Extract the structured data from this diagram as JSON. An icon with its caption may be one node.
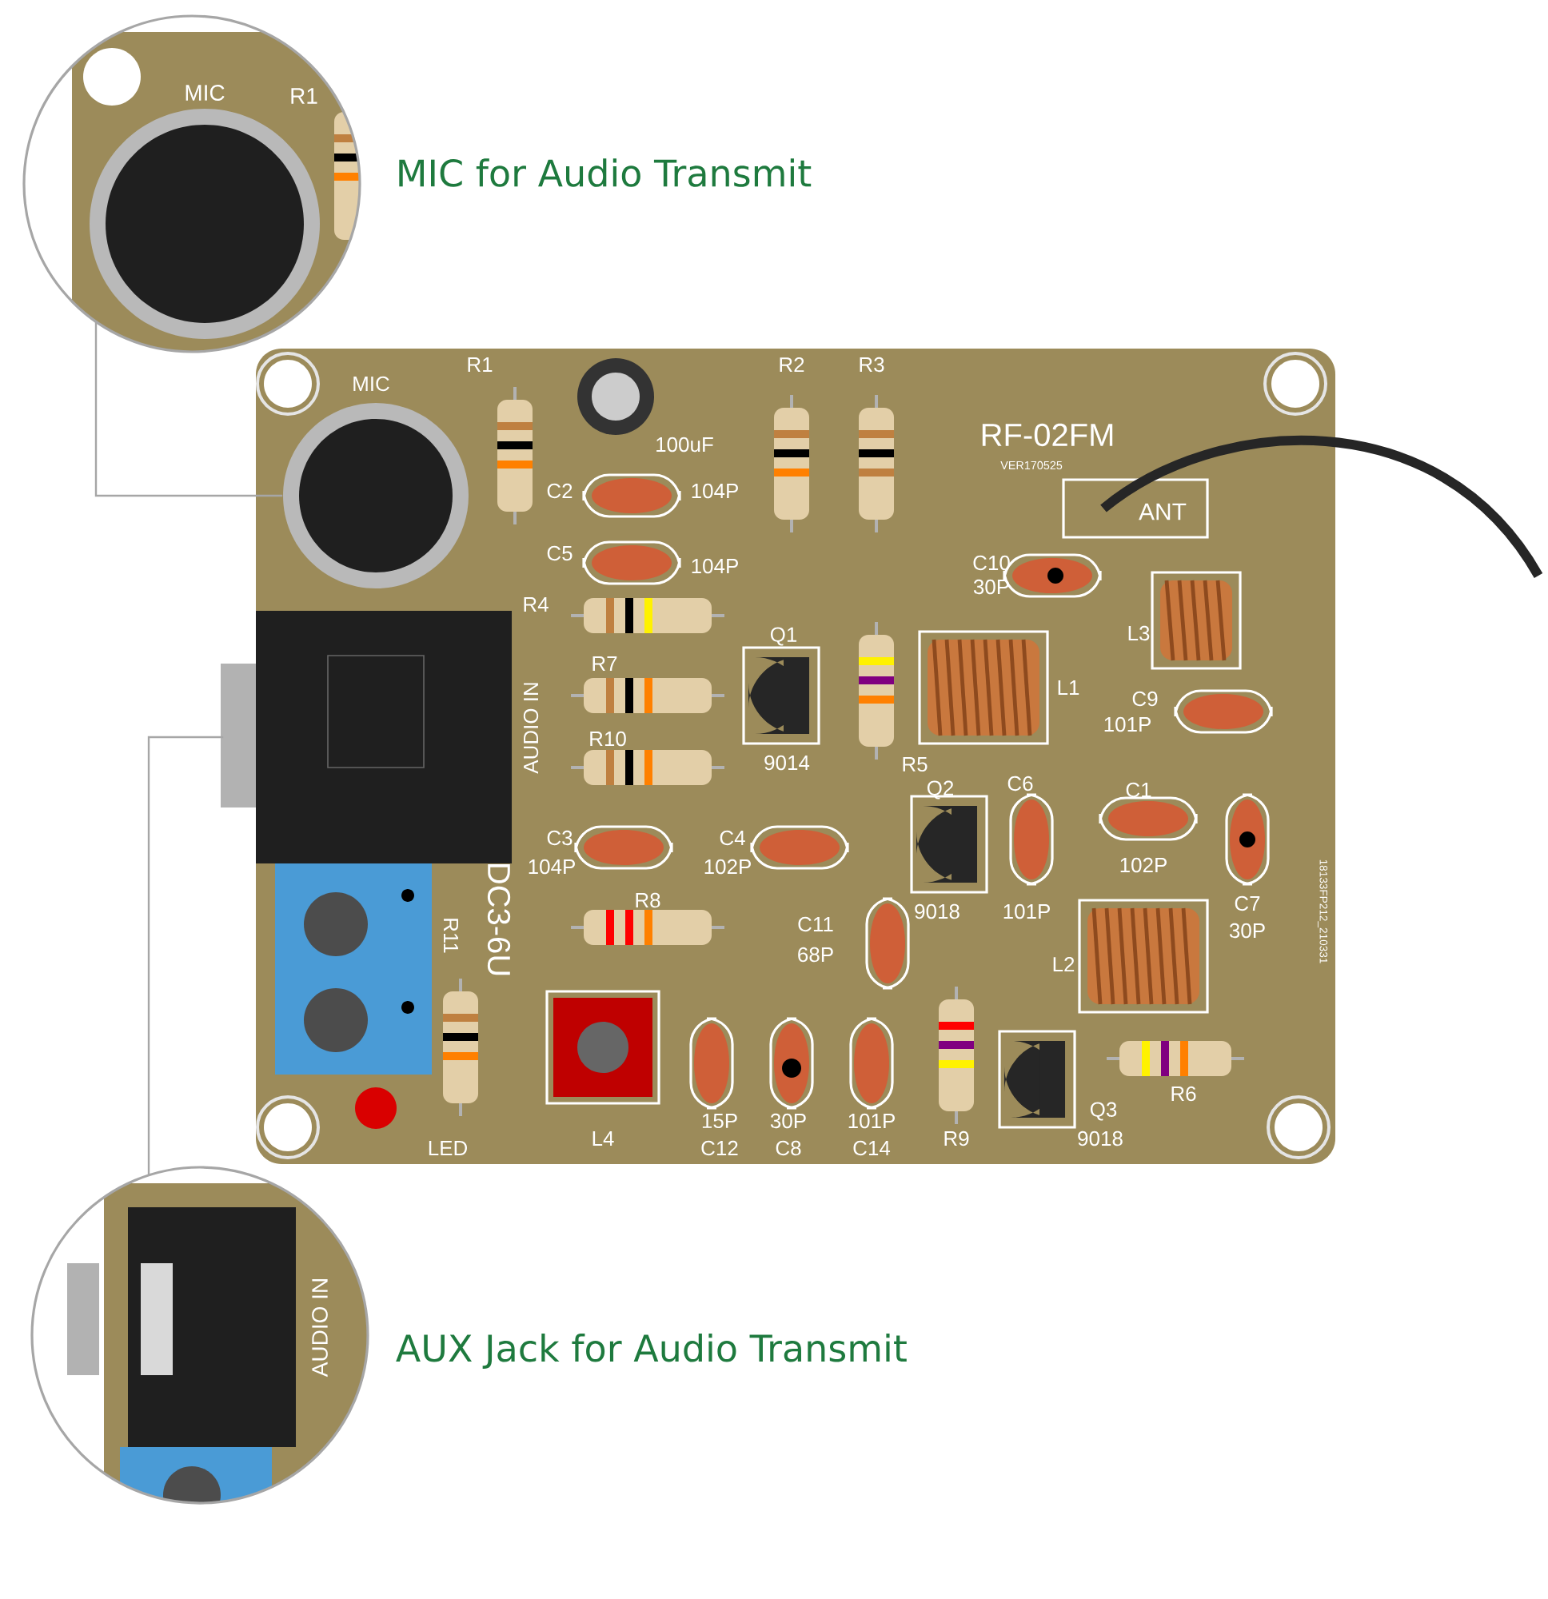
{
  "diagram": {
    "nodes": [
      {
        "text": [],
        "shape": "circle",
        "beside": [
          "MIC for Audio Transmit"
        ]
      },
      {
        "text": [],
        "shape": "picture"
      },
      {
        "text": [],
        "shape": "circle",
        "beside": [
          "AUX Jack for Audio Transmit"
        ]
      },
      {
        "text": [],
        "shape": "picture"
      }
    ],
    "edges": [
      {
        "from": 0,
        "to": 1,
        "arrow": "none"
      },
      {
        "from": 2,
        "to": 3,
        "arrow": "none"
      }
    ],
    "labels": [
      "MIC",
      "R1",
      "MIC",
      "R1",
      "R2",
      "R3",
      "RF-02FM",
      "100uF",
      "VER170525",
      "C2",
      "104P",
      "ANT",
      "C5",
      "104P",
      "C10",
      "30P",
      "R4",
      "Q1",
      "L3",
      "R7",
      "L1",
      "C9",
      "AUDIO IN",
      "101P",
      "R10",
      "9014",
      "R5",
      "Q2",
      "C6",
      "C1",
      "C3",
      "C4",
      "104P",
      "102P",
      "102P",
      "R11",
      "DC3-6U",
      "R8",
      "C7",
      "9018",
      "101P",
      "18133FP212_210331",
      "C11",
      "30P",
      "68P",
      "L2",
      "R6",
      "Q3",
      "15P",
      "30P",
      "101P",
      "L4",
      "R9",
      "9018",
      "LED",
      "C12",
      "C8",
      "C14",
      "AUDIO IN"
    ]
  }
}
